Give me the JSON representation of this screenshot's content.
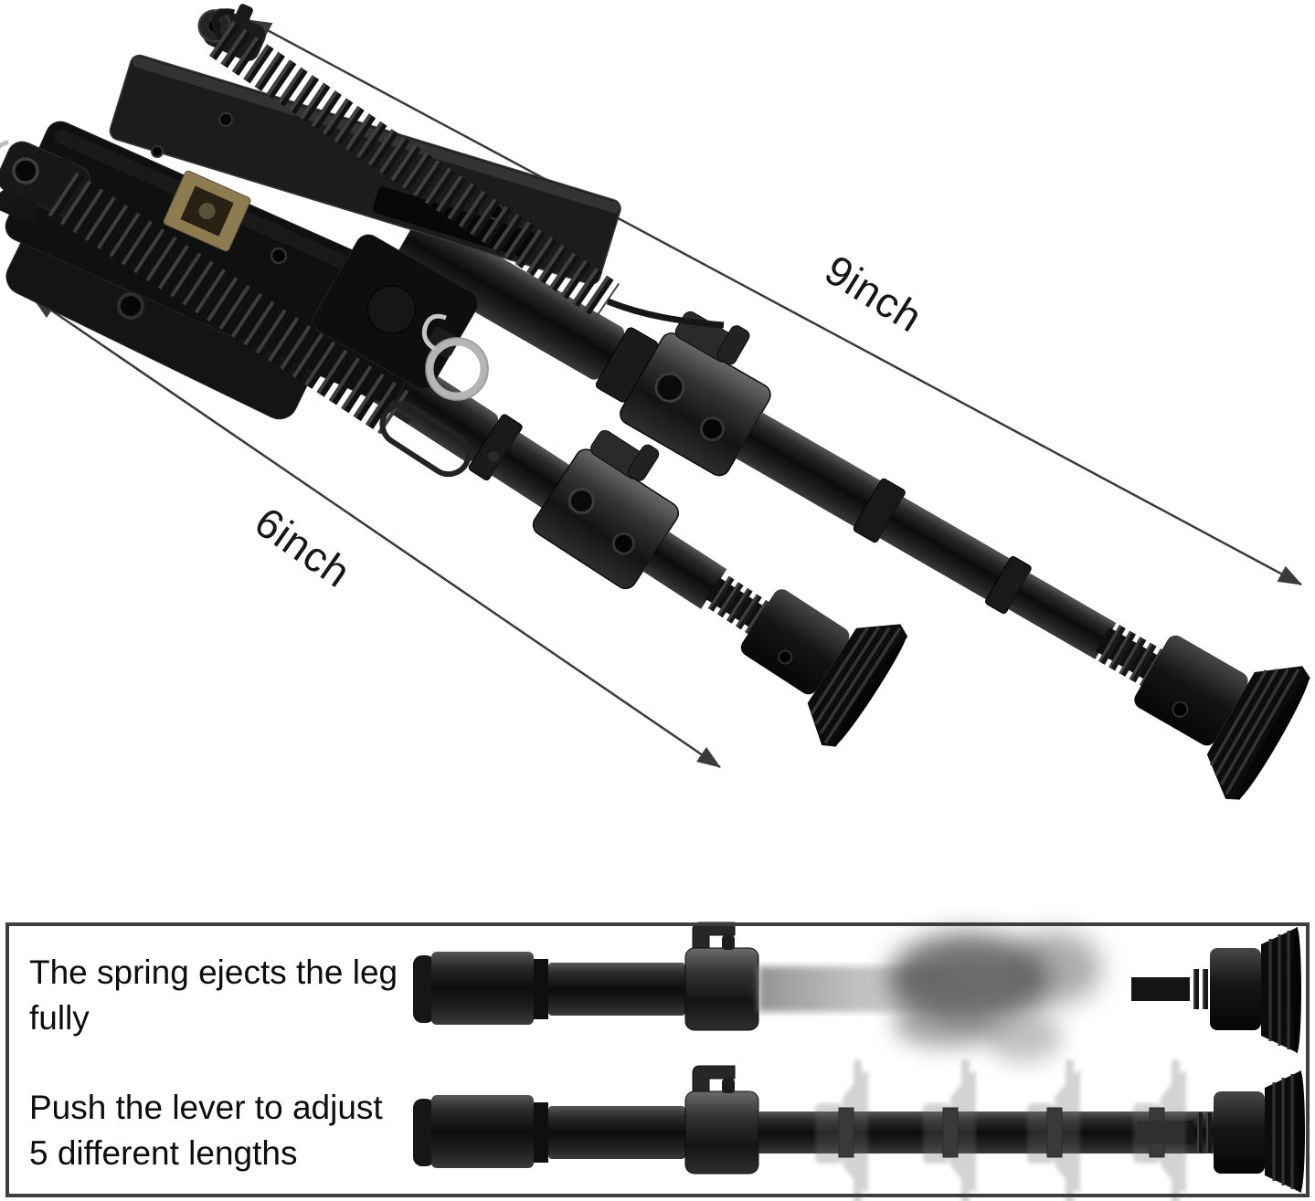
{
  "dimensions": {
    "long_leg": "9inch",
    "short_leg": "6inch"
  },
  "panel": {
    "feature_spring": {
      "line1": "The spring ejects the leg",
      "line2": "fully"
    },
    "feature_lever": {
      "line1": "Push the lever to adjust",
      "line2": "5 different lengths"
    }
  },
  "colors": {
    "background": "#ffffff",
    "product_black": "#141414",
    "brass": "#8d7c50",
    "ring_silver": "#b5b5b5",
    "dimension_line": "#3a3a3a",
    "panel_border": "#3e3e3e",
    "text": "#0d0d0d"
  }
}
